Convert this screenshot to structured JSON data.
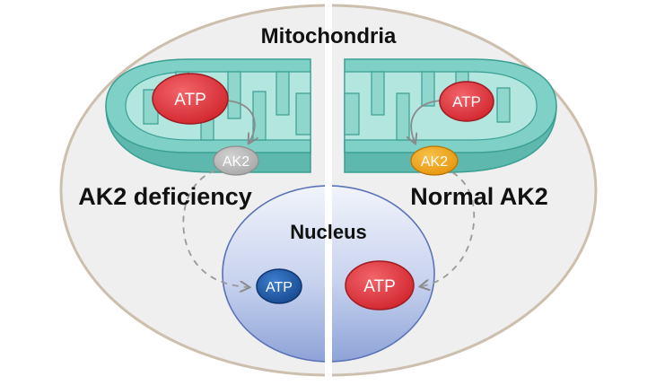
{
  "labels": {
    "mitochondria": "Mitochondria",
    "nucleus": "Nucleus",
    "left_condition": "AK2 deficiency",
    "right_condition": "Normal AK2"
  },
  "molecules": {
    "atp": "ATP",
    "ak2": "AK2"
  },
  "colors": {
    "cell_fill": "#efefef",
    "cell_stroke": "#c9bfb3",
    "mito_outer": "#79cdc3",
    "mito_inner": "#a9e2da",
    "mito_stroke": "#3a9f93",
    "nucleus_top": "#eef2fb",
    "nucleus_bottom": "#8fa4d8",
    "nucleus_stroke": "#5a73b8",
    "atp_red": "#e03c43",
    "atp_blue": "#1f5fb0",
    "ak2_gray": "#b8b8b8",
    "ak2_orange": "#f0a81e",
    "arrow": "#8a8a8a"
  }
}
